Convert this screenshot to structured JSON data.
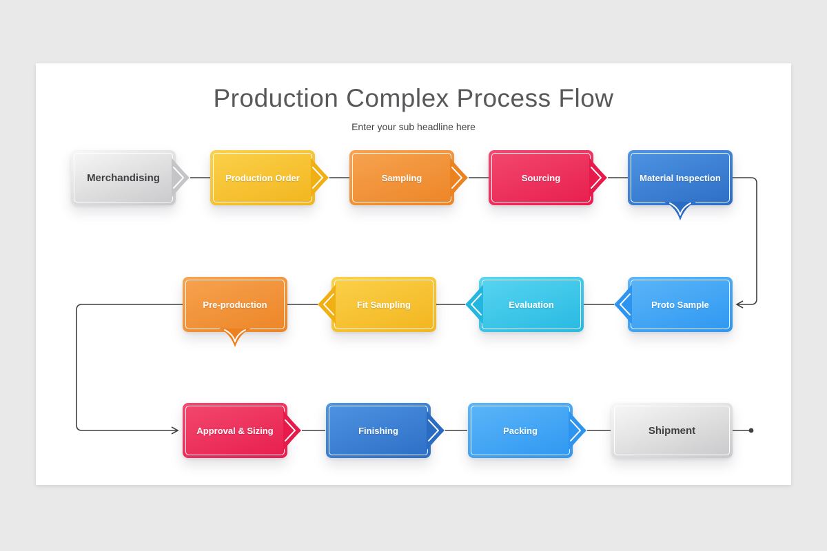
{
  "page": {
    "background": "#e9e9ea",
    "slide_background": "#ffffff"
  },
  "header": {
    "title": "Production Complex Process Flow",
    "subtitle": "Enter your sub headline here"
  },
  "connectors": {
    "line_color": "#3f3f3f",
    "end_dot_color": "#3f3f3f"
  },
  "palette": {
    "gray": {
      "from": "#f8f8f8",
      "to": "#c8c8ca",
      "arrow": "#c5c5c8",
      "text": "#3f3f42"
    },
    "yellow": {
      "from": "#fbd14b",
      "to": "#f2b51e",
      "arrow": "#f0b013",
      "text": "#ffffff"
    },
    "orange": {
      "from": "#f6a351",
      "to": "#ed8526",
      "arrow": "#ec8120",
      "text": "#ffffff"
    },
    "red": {
      "from": "#f2496f",
      "to": "#e81d4e",
      "arrow": "#e61b4c",
      "text": "#ffffff"
    },
    "blue": {
      "from": "#4f94e3",
      "to": "#2c6ec5",
      "arrow": "#2b6cc3",
      "text": "#ffffff"
    },
    "lightblue": {
      "from": "#5cb6f8",
      "to": "#2e97f1",
      "arrow": "#2d95ef",
      "text": "#ffffff"
    },
    "cyan": {
      "from": "#58d5f0",
      "to": "#27b9e2",
      "arrow": "#25b6df",
      "text": "#ffffff"
    }
  },
  "flow": {
    "rows": [
      {
        "nodes": [
          {
            "label": "Merchandising",
            "color": "gray",
            "arrow": "right",
            "tail": false
          },
          {
            "label": "Production Order",
            "color": "yellow",
            "arrow": "right",
            "tail": false
          },
          {
            "label": "Sampling",
            "color": "orange",
            "arrow": "right",
            "tail": false
          },
          {
            "label": "Sourcing",
            "color": "red",
            "arrow": "right",
            "tail": false
          },
          {
            "label": "Material Inspection",
            "color": "blue",
            "arrow": "none",
            "tail": true
          }
        ]
      },
      {
        "nodes": [
          {
            "label": "Pre-production",
            "color": "orange",
            "arrow": "none",
            "tail": true
          },
          {
            "label": "Fit Sampling",
            "color": "yellow",
            "arrow": "left",
            "tail": false
          },
          {
            "label": "Evaluation",
            "color": "cyan",
            "arrow": "left",
            "tail": false
          },
          {
            "label": "Proto Sample",
            "color": "lightblue",
            "arrow": "left",
            "tail": false
          }
        ]
      },
      {
        "nodes": [
          {
            "label": "Approval & Sizing",
            "color": "red",
            "arrow": "right",
            "tail": false
          },
          {
            "label": "Finishing",
            "color": "blue",
            "arrow": "right",
            "tail": false
          },
          {
            "label": "Packing",
            "color": "lightblue",
            "arrow": "right",
            "tail": false
          },
          {
            "label": "Shipment",
            "color": "gray",
            "arrow": "none",
            "tail": false
          }
        ]
      }
    ]
  }
}
